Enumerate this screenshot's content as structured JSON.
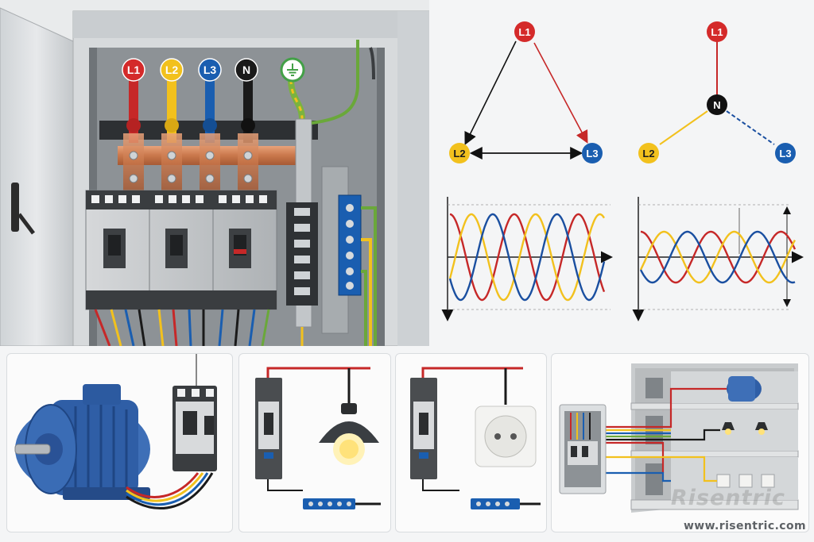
{
  "cabinet": {
    "labels": [
      {
        "text": "L1",
        "color": "#d42a2a"
      },
      {
        "text": "L2",
        "color": "#f2c11d"
      },
      {
        "text": "L3",
        "color": "#1a5eb0"
      },
      {
        "text": "N",
        "color": "#1a1a1a"
      },
      {
        "text": "",
        "icon": "ground-icon",
        "color": "#43a047"
      }
    ],
    "wire_colors": {
      "L1": "#d42a2a",
      "L2": "#f2c11d",
      "L3": "#1a5eb0",
      "N": "#1a1a1a",
      "PE": "#6aa83a"
    }
  },
  "delta_diagram": {
    "nodes": [
      "L1",
      "L2",
      "L3"
    ]
  },
  "star_diagram": {
    "nodes": [
      "L1",
      "N",
      "L2",
      "L3"
    ]
  },
  "waveforms": {
    "series_colors": [
      "#c62828",
      "#f2c11d",
      "#1a4fa0"
    ]
  },
  "panels": [
    {
      "name": "motor",
      "icon": "electric-motor-icon"
    },
    {
      "name": "lamp",
      "icon": "pendant-lamp-icon"
    },
    {
      "name": "socket",
      "icon": "wall-socket-icon"
    },
    {
      "name": "building",
      "icon": "building-distribution-icon"
    }
  ],
  "branding": {
    "watermark": "Risentric",
    "website": "www.risentric.com"
  }
}
